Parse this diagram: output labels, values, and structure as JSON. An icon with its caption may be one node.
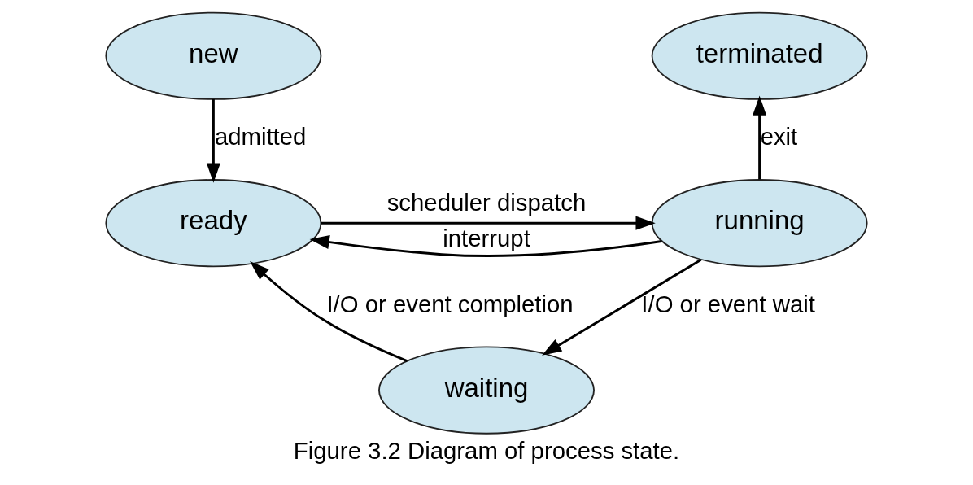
{
  "diagram": {
    "caption": "Figure 3.2 Diagram of process state.",
    "nodes": [
      {
        "text": [
          "new"
        ]
      },
      {
        "text": [
          "terminated"
        ]
      },
      {
        "text": [
          "ready"
        ]
      },
      {
        "text": [
          "running"
        ]
      },
      {
        "text": [
          "waiting"
        ]
      }
    ],
    "edges": [
      {
        "from": 0,
        "to": 2,
        "arrow": "to",
        "label": "admitted"
      },
      {
        "from": 3,
        "to": 2,
        "arrow": "to",
        "label": "interrupt"
      },
      {
        "from": 3,
        "to": 1,
        "arrow": "to",
        "label": "exit"
      },
      {
        "from": 2,
        "to": 3,
        "arrow": "to",
        "label": "scheduler dispatch"
      },
      {
        "from": 3,
        "to": 4,
        "arrow": "to",
        "label": "I/O or event wait"
      },
      {
        "from": 4,
        "to": 2,
        "arrow": "to",
        "label": "I/O or event completion"
      }
    ]
  }
}
